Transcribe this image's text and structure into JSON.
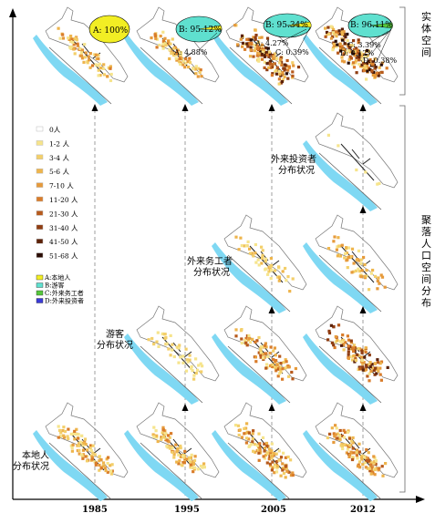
{
  "years": [
    "1985",
    "1995",
    "2005",
    "2012"
  ],
  "right_labels": {
    "physical_space": "实体空间",
    "population_space": "聚落人口空间分布"
  },
  "legend": {
    "population_levels": [
      {
        "label": "0人",
        "color": "#ffffff"
      },
      {
        "label": "1-2 人",
        "color": "#f6e48c"
      },
      {
        "label": "3-4 人",
        "color": "#f3cf6a"
      },
      {
        "label": "5-6 人",
        "color": "#eeb54c"
      },
      {
        "label": "7-10 人",
        "color": "#e69a3b"
      },
      {
        "label": "11-20 人",
        "color": "#d97c2a"
      },
      {
        "label": "21-30 人",
        "color": "#b75a1c"
      },
      {
        "label": "31-40 人",
        "color": "#8f3d12"
      },
      {
        "label": "41-50 人",
        "color": "#5c220a"
      },
      {
        "label": "51-68 人",
        "color": "#2a0c03"
      }
    ],
    "groups": [
      {
        "label": "A:本地人",
        "color": "#f2ee24"
      },
      {
        "label": "B:游客",
        "color": "#5fe0cf"
      },
      {
        "label": "C:外来务工者",
        "color": "#56c83c"
      },
      {
        "label": "D:外来投资者",
        "color": "#3a3ad8"
      }
    ]
  },
  "pies": {
    "1985": {
      "main": "A: 100%"
    },
    "1995": {
      "main": "B: 95.12%",
      "slices": [
        "A: 4.88%"
      ]
    },
    "2005": {
      "main": "B: 95.34%",
      "slices": [
        "A: 4.27%",
        "C: 0.39%"
      ]
    },
    "2012": {
      "main": "B: 96.11%",
      "slices": [
        "C: 3.39%",
        "D: 0.12%",
        "D: 0.38%"
      ]
    }
  },
  "row_labels": {
    "local": [
      "本地人",
      "分布状况"
    ],
    "tourist": [
      "游客",
      "分布状况"
    ],
    "worker": [
      "外来务工者",
      "分布状况"
    ],
    "investor": [
      "外来投资者",
      "分布状况"
    ]
  }
}
